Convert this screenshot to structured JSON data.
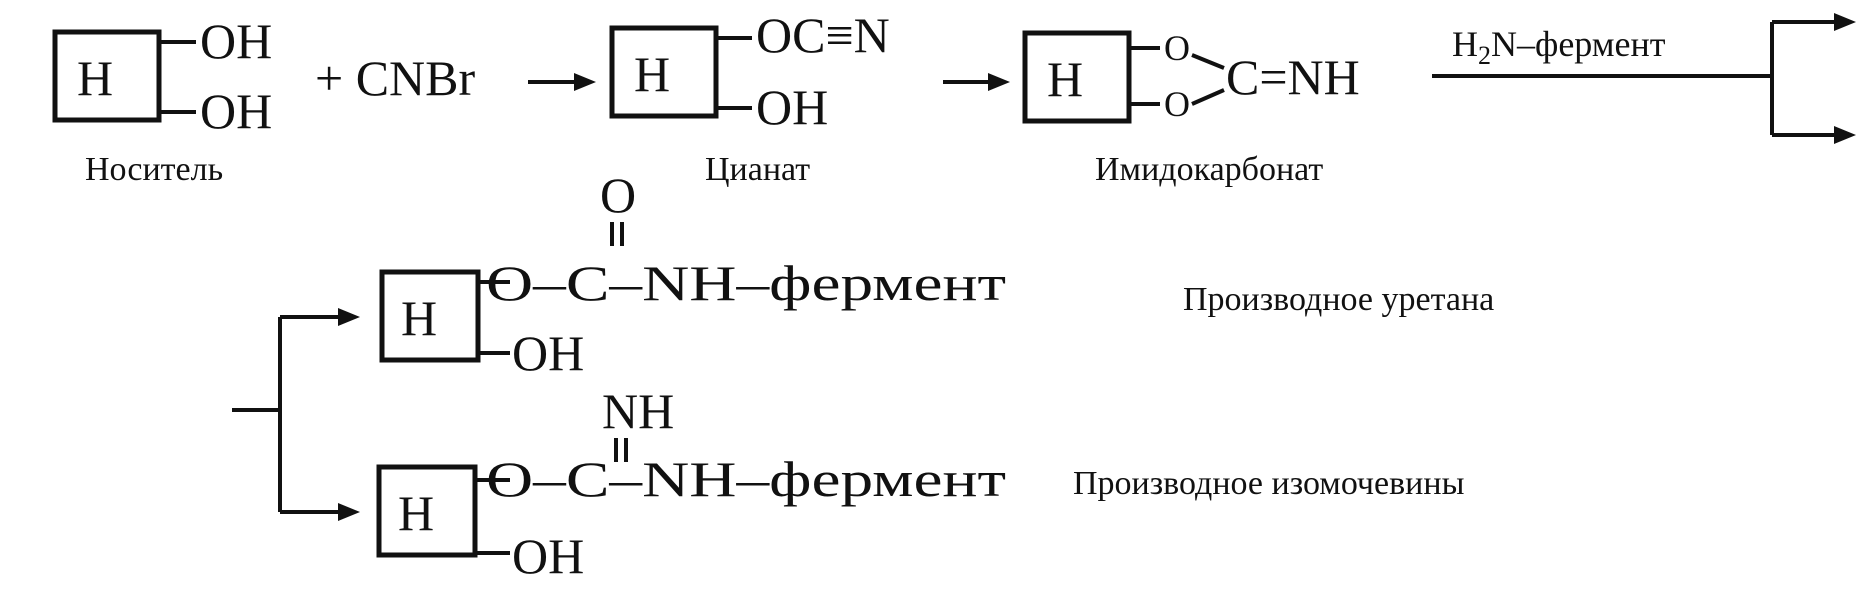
{
  "carrier_letter": "H",
  "oh": "OH",
  "plus_reagent": "+ CNBr",
  "cyanate_group": "OC≡N",
  "imido_o": "O",
  "imido_cnh": "C=NH",
  "reagent_label": "H",
  "reagent_sub": "2",
  "reagent_rest": "N–фермент",
  "urethane_carbonyl_o": "O",
  "urethane_chain": "O–C–NH–фермент",
  "isourea_nh": "NH",
  "isourea_chain": "O–C–NH–фермент",
  "captions": {
    "carrier": "Носитель",
    "cyanate": "Цианат",
    "imidocarbonate": "Имидокарбонат",
    "urethane": "Производное уретана",
    "isourea": "Производное изомочевины"
  }
}
